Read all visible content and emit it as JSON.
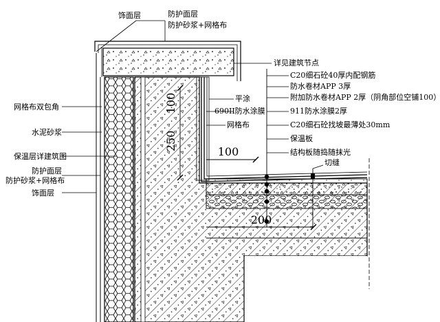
{
  "top_labels": {
    "finish_layer": "饰面层",
    "protect_layer": "防护面层",
    "protect_mortar_mesh": "防护砂浆+网格布"
  },
  "right_labels": {
    "see_detail": "详见建筑节点",
    "c20_rebar": "C20细石砼40厚内配钢筋",
    "membrane_app3": "防水卷材APP 3厚",
    "extra_membrane": "附加防水卷材APP 2厚（阴角部位空铺100）",
    "coating_911": "911防水涂膜2厚",
    "slope_c20": "C20细石砼找坡最薄处30mm",
    "insulation_board": "保温板",
    "structural_slab": "结构板随捣随抹光",
    "cut_joint": "切缝"
  },
  "middle_labels": {
    "flush": "平涂",
    "coating_690": "690II防水涂膜",
    "mesh": "网格布"
  },
  "left_labels": {
    "mesh_corner": "网格布双包角",
    "cement_mortar": "水泥砂浆",
    "insulation_detail": "保温层详建筑图",
    "protect_layer": "防护面层",
    "protect_mortar_mesh": "防护砂浆+网格布",
    "finish_layer": "饰面层"
  },
  "dimensions": {
    "d100_vertical": "100",
    "d250": "250",
    "d100_horizontal": "100",
    "d200": "200"
  }
}
